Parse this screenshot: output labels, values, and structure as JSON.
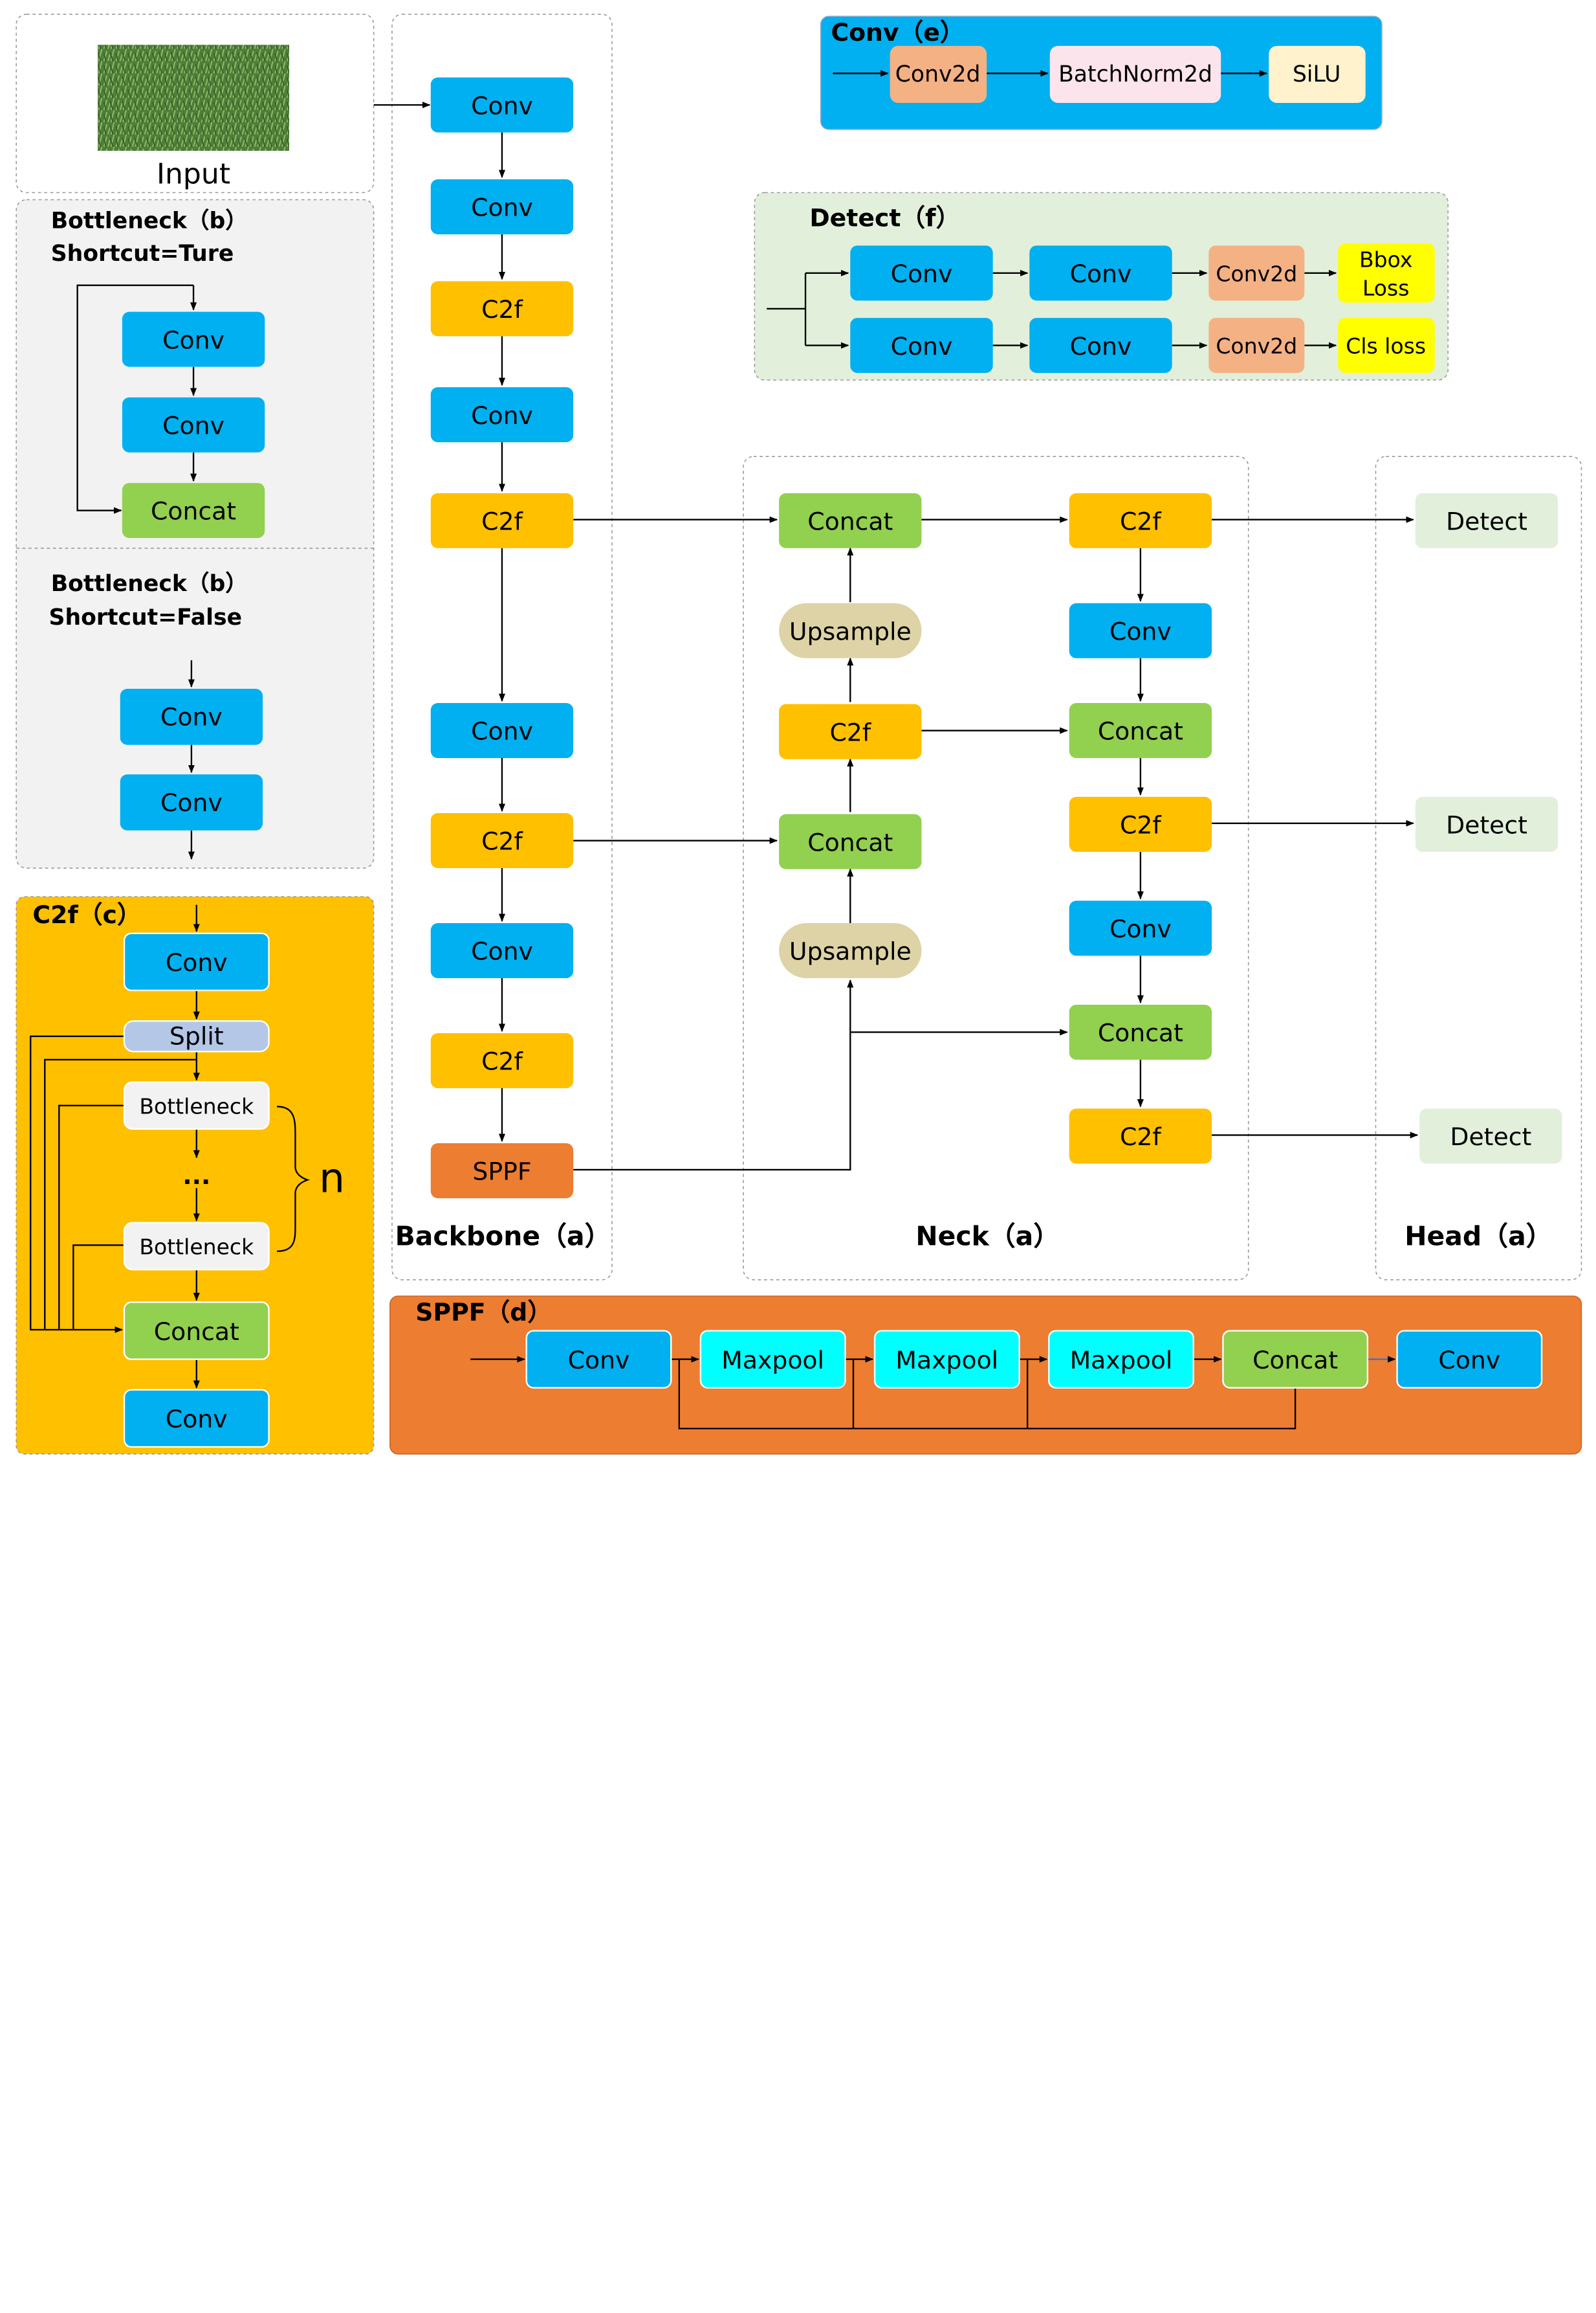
{
  "input": {
    "label": "Input"
  },
  "sections": {
    "bottleneck_true_title": "Bottleneck（b）",
    "bottleneck_true_sub": "Shortcut=Ture",
    "bottleneck_false_title": "Bottleneck（b）",
    "bottleneck_false_sub": "Shortcut=False",
    "c2f_title": "C2f（c）",
    "conv_title": "Conv（e）",
    "detect_title": "Detect（f）",
    "sppf_title": "SPPF（d）",
    "backbone": "Backbone（a）",
    "neck": "Neck（a）",
    "head": "Head（a）"
  },
  "labels": {
    "conv": "Conv",
    "c2f": "C2f",
    "concat": "Concat",
    "upsample": "Upsample",
    "sppf": "SPPF",
    "detect": "Detect",
    "split": "Split",
    "bottleneck": "Bottleneck",
    "ellipsis": "...",
    "n": "n",
    "conv2d": "Conv2d",
    "batchnorm": "BatchNorm2d",
    "silu": "SiLU",
    "bbox1": "Bbox",
    "bbox2": "Loss",
    "cls": "Cls loss",
    "maxpool": "Maxpool"
  },
  "colors": {
    "conv": "#00B0F0",
    "c2f": "#FFC000",
    "concat": "#92D050",
    "upsample": "#DDD3A6",
    "sppf": "#ED7D31",
    "detect": "#E2EFDA",
    "split": "#B4C7E7",
    "bottleneck": "#F2F2F2",
    "conv2d": "#F4B183",
    "batchnorm": "#FCE4EC",
    "silu": "#FFF2CC",
    "loss": "#FFFF00",
    "maxpool": "#00FFFF"
  }
}
